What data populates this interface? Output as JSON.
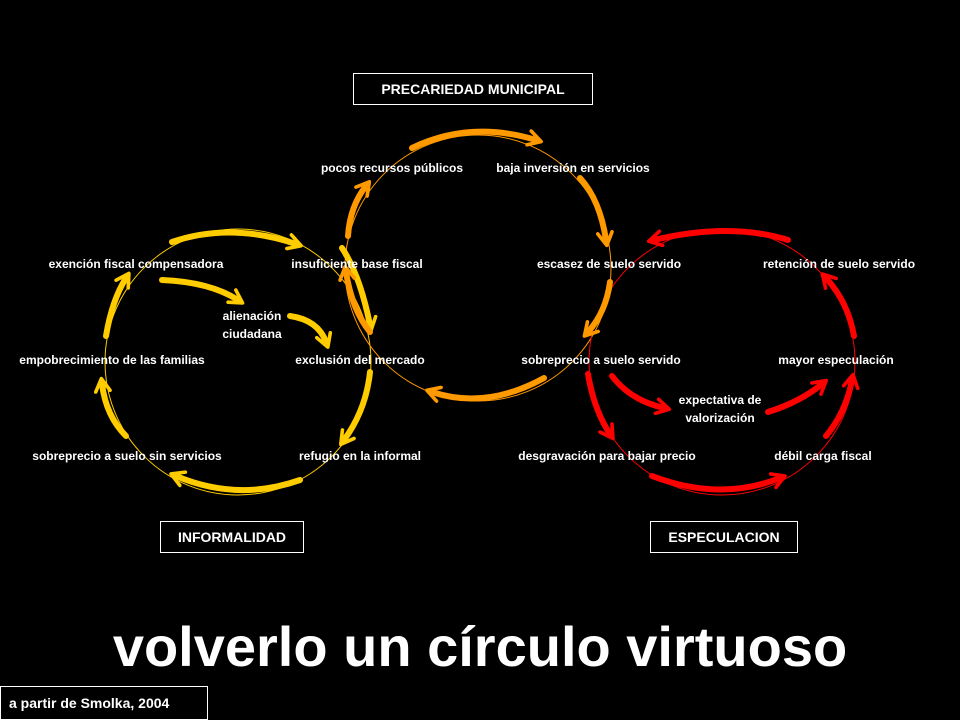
{
  "boxes": {
    "precariedad": "PRECARIEDAD MUNICIPAL",
    "informalidad": "INFORMALIDAD",
    "especulacion": "ESPECULACION"
  },
  "nodes": {
    "pocos_recursos": "pocos recursos públicos",
    "baja_inversion": "baja inversión en servicios",
    "exencion_fiscal": "exención fiscal compensadora",
    "insuficiente_base": "insuficiente base fiscal",
    "escasez_suelo": "escasez de suelo servido",
    "retencion_suelo": "retención de suelo servido",
    "alienacion": "alienación ciudadana",
    "empobrecimiento": "empobrecimiento de las familias",
    "exclusion_mercado": "exclusión del mercado",
    "sobreprecio_servido": "sobreprecio a suelo servido",
    "mayor_especulacion": "mayor especulación",
    "expectativa": "expectativa de valorización",
    "sobreprecio_sin": "sobreprecio a suelo sin servicios",
    "refugio": "refugio en la informal",
    "desgravacion": "desgravación para bajar precio",
    "debil_carga": "débil carga fiscal"
  },
  "title": "volverlo un círculo virtuoso",
  "credit": "a partir de Smolka, 2004",
  "colors": {
    "background": "#000000",
    "informalidad_arrows": "#ffcc00",
    "precariedad_arrows": "#ff9900",
    "especulacion_arrows": "#ff0000",
    "text": "#ffffff"
  }
}
